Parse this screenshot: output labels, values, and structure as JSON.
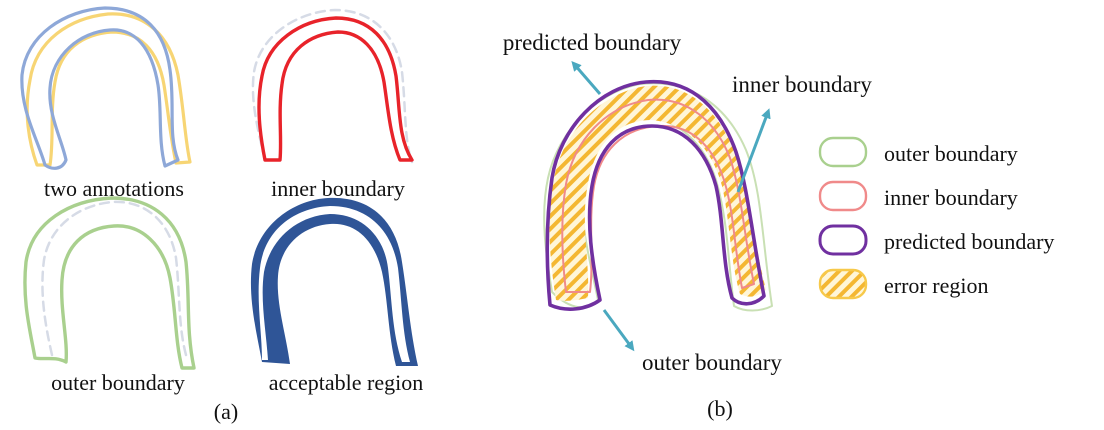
{
  "colors": {
    "blue": "#8ea8d8",
    "yellow": "#f7d574",
    "red": "#e8232a",
    "green": "#a9d08e",
    "green_light": "#c9e0b4",
    "navy": "#2f5597",
    "pink": "#f08a8a",
    "purple": "#7030a0",
    "hatch": "#f4b732",
    "arrow": "#4aa8bf",
    "ghost": "#d6dbe6"
  },
  "panel_a": {
    "captions": {
      "two_annotations": "two annotations",
      "inner_boundary": "inner boundary",
      "outer_boundary": "outer boundary",
      "acceptable_region": "acceptable region"
    },
    "label": "(a)"
  },
  "panel_b": {
    "callouts": {
      "predicted_boundary": "predicted boundary",
      "inner_boundary": "inner boundary",
      "outer_boundary": "outer boundary"
    },
    "legend": [
      {
        "label": "outer boundary",
        "style": "green-outline"
      },
      {
        "label": "inner boundary",
        "style": "pink-outline"
      },
      {
        "label": "predicted boundary",
        "style": "purple-outline"
      },
      {
        "label": "error region",
        "style": "yellow-hatched"
      }
    ],
    "label": "(b)"
  }
}
